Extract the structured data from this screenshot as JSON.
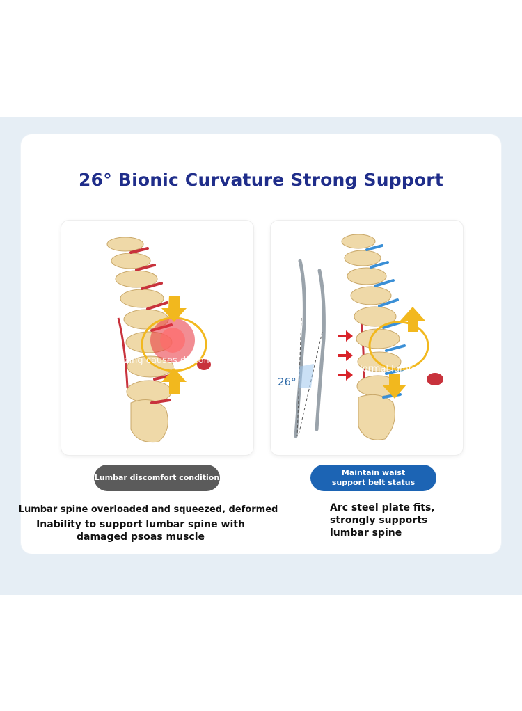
{
  "title": "26° Bionic Curvature Strong Support",
  "left_panel": {
    "overlay_text": "Squeezing causes discomfort",
    "pill_label": "Lumbar discomfort condition",
    "description_line1": "Lumbar spine overloaded and squeezed, deformed",
    "description_line2": "Inability to support lumbar spine with damaged psoas muscle"
  },
  "right_panel": {
    "angle_label": "26°",
    "overlay_text": "Normal lumbar disc",
    "pill_label": "Maintain waist support belt status",
    "description": "Arc steel plate fits, strongly supports lumbar spine"
  },
  "colors": {
    "title": "#1f2d8a",
    "band": "#e6eef5",
    "pill_gray": "#5b5b5b",
    "pill_blue": "#1c64b4",
    "disc_red": "#c8323c",
    "disc_blue": "#3a8fd6",
    "arrow_yellow": "#f2b81e",
    "arrow_red": "#d8232a"
  }
}
